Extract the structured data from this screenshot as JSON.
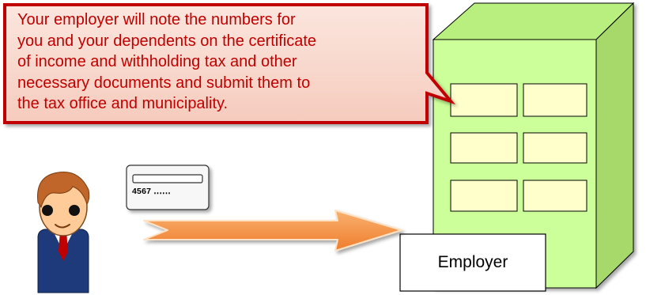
{
  "callout": {
    "lines": [
      "Your employer will note the numbers for",
      "you and your dependents on the certificate",
      "of income and withholding tax and other",
      "necessary documents and submit them to",
      "the tax office and municipality."
    ]
  },
  "card": {
    "number": "4567 ‥‥‥"
  },
  "building": {
    "label": "Employer"
  },
  "colors": {
    "callout_border": "#c00000",
    "callout_fill": "#f9dcd2",
    "callout_text": "#c00000",
    "building_front": "#ccff99",
    "building_side": "#a6d96a",
    "window_fill": "#ffffcc",
    "arrow_fill": "#f79646",
    "arrow_stroke": "#ffe0b2",
    "skin": "#ffcc99",
    "hair": "#c0662a",
    "suit": "#1f3a7a",
    "tie": "#c00000"
  }
}
